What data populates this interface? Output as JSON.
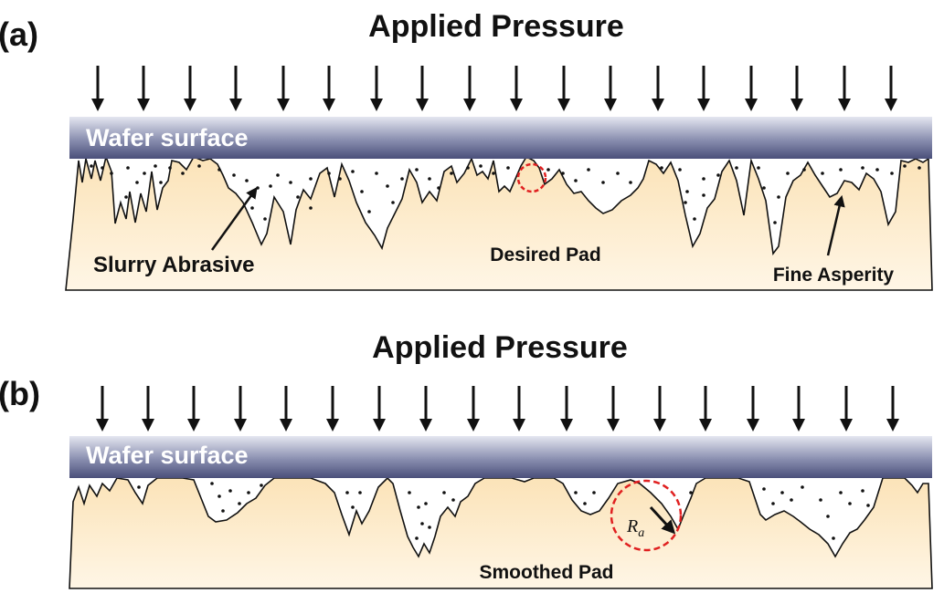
{
  "panel_a": {
    "label": "(a)",
    "title": "Applied Pressure",
    "wafer_label": "Wafer surface",
    "slurry_label": "Slurry Abrasive",
    "pad_label": "Desired Pad",
    "asperity_label": "Fine Asperity"
  },
  "panel_b": {
    "label": "(b)",
    "title": "Applied Pressure",
    "wafer_label": "Wafer surface",
    "pad_label": "Smoothed Pad",
    "roughness_symbol": "R",
    "roughness_subscript": "a"
  },
  "colors": {
    "pad_fill": "#fbe3b8",
    "wafer_dark": "#4a4f7a",
    "wafer_light": "#e4e6f0",
    "highlight_circle": "#e02020"
  },
  "icons": {
    "pressure": "down-arrow-icon",
    "leader": "diagonal-arrow-icon"
  }
}
